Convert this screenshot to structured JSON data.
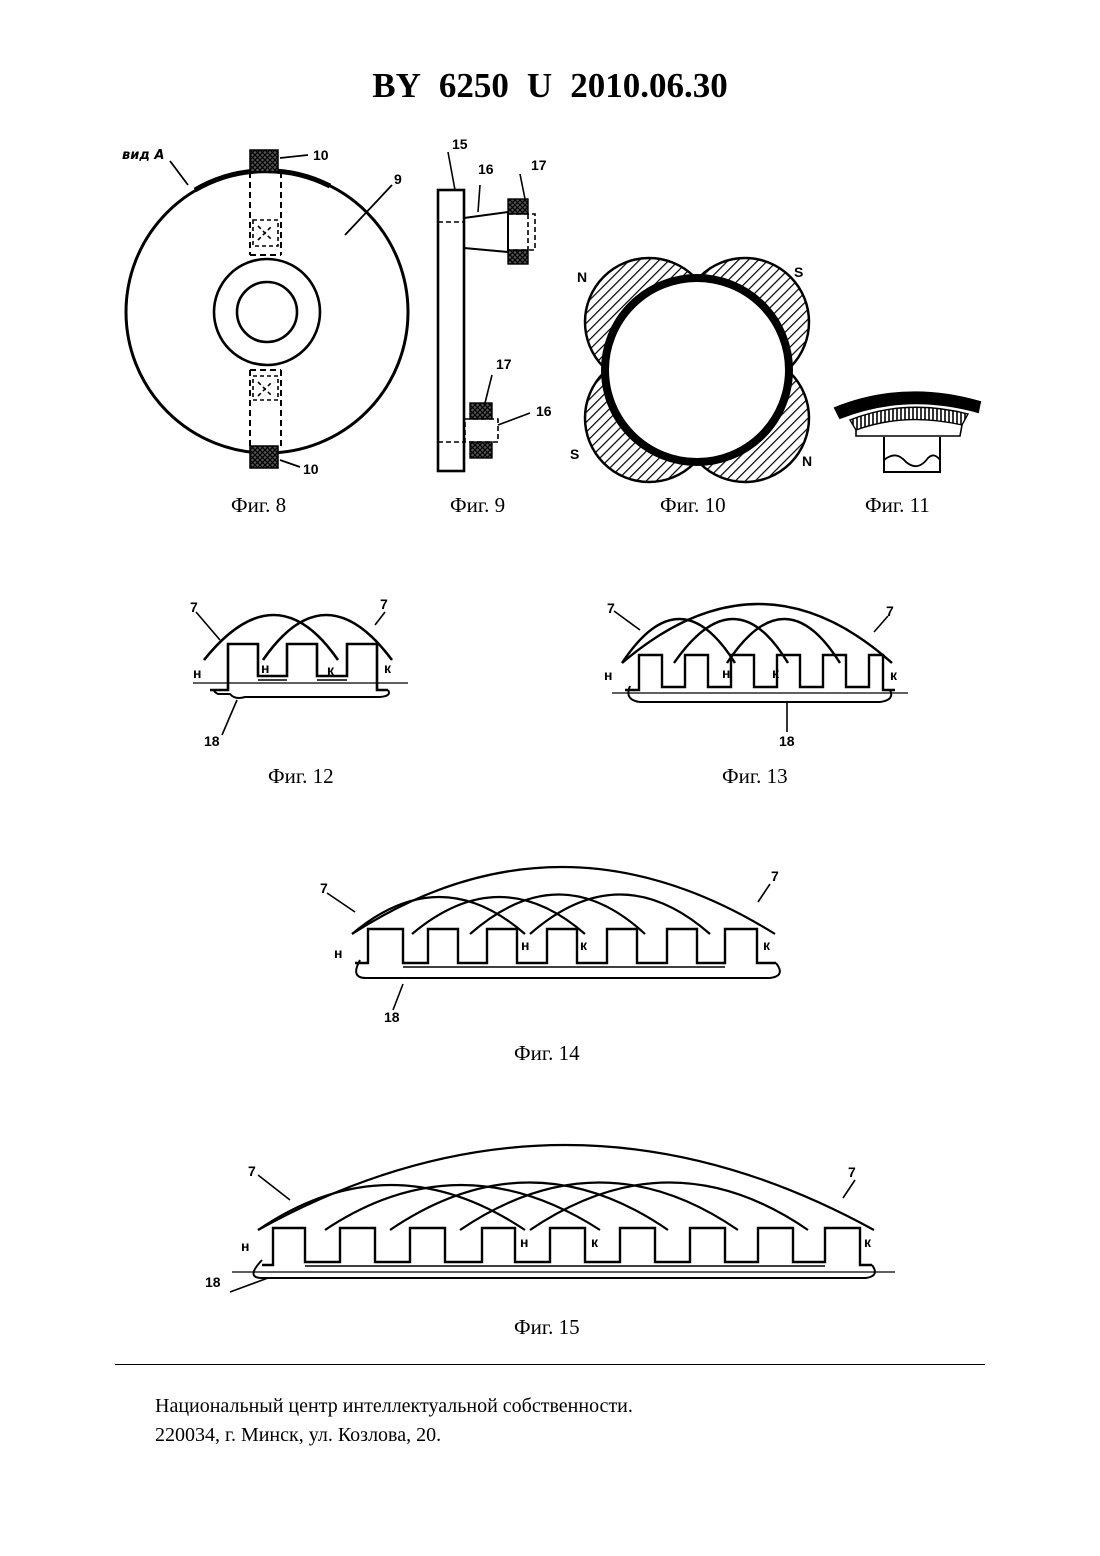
{
  "header": {
    "country": "BY",
    "number": "6250",
    "kind": "U",
    "date": "2010.06.30"
  },
  "figures": {
    "fig8": {
      "caption": "Фиг. 8",
      "view_label": "вид А",
      "labels": {
        "ref_10_top": "10",
        "ref_9": "9",
        "ref_10_bottom": "10"
      }
    },
    "fig9": {
      "caption": "Фиг. 9",
      "labels": {
        "ref_15": "15",
        "ref_16_top": "16",
        "ref_17_top": "17",
        "ref_17_bottom": "17",
        "ref_16_bottom": "16"
      }
    },
    "fig10": {
      "caption": "Фиг. 10",
      "poles": {
        "top_left": "N",
        "top_right": "S",
        "bottom_left": "S",
        "bottom_right": "N"
      }
    },
    "fig11": {
      "caption": "Фиг. 11"
    },
    "fig12": {
      "caption": "Фиг. 12",
      "labels": {
        "ref_7_left": "7",
        "ref_7_right": "7",
        "ref_18": "18",
        "start_1": "н",
        "start_2": "н",
        "end_1": "к",
        "end_2": "к"
      }
    },
    "fig13": {
      "caption": "Фиг. 13",
      "labels": {
        "ref_7_left": "7",
        "ref_7_right": "7",
        "ref_18": "18",
        "start_1": "н",
        "start_2": "н",
        "end_1": "к",
        "end_2": "к"
      }
    },
    "fig14": {
      "caption": "Фиг. 14",
      "labels": {
        "ref_7_left": "7",
        "ref_7_right": "7",
        "ref_18": "18",
        "start_1": "н",
        "start_2": "н",
        "end_1": "к",
        "end_2": "к"
      }
    },
    "fig15": {
      "caption": "Фиг. 15",
      "labels": {
        "ref_7_left": "7",
        "ref_7_right": "7",
        "ref_18": "18",
        "start_1": "н",
        "start_2": "н",
        "end_1": "к",
        "end_2": "к"
      }
    }
  },
  "footer": {
    "line1": "Национальный центр интеллектуальной собственности.",
    "line2": "220034, г. Минск, ул. Козлова, 20."
  }
}
